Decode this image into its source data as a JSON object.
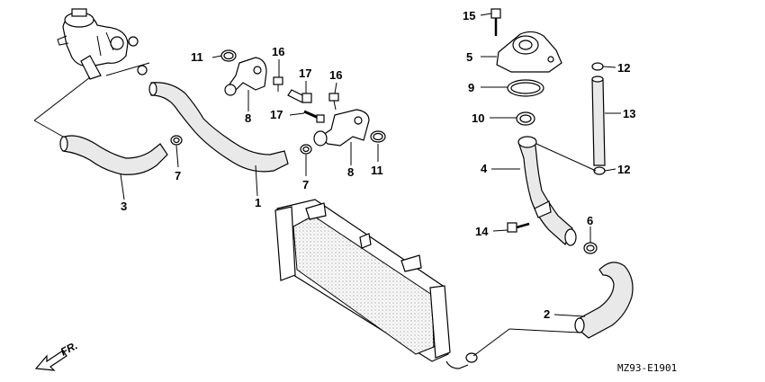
{
  "labels": [
    {
      "id": "p1",
      "text": "1"
    },
    {
      "id": "p2",
      "text": "2"
    },
    {
      "id": "p3",
      "text": "3"
    },
    {
      "id": "p4",
      "text": "4"
    },
    {
      "id": "p5",
      "text": "5"
    },
    {
      "id": "p6",
      "text": "6"
    },
    {
      "id": "p7a",
      "text": "7"
    },
    {
      "id": "p7b",
      "text": "7"
    },
    {
      "id": "p8a",
      "text": "8"
    },
    {
      "id": "p8b",
      "text": "8"
    },
    {
      "id": "p9",
      "text": "9"
    },
    {
      "id": "p10",
      "text": "10"
    },
    {
      "id": "p11a",
      "text": "11"
    },
    {
      "id": "p11b",
      "text": "11"
    },
    {
      "id": "p12a",
      "text": "12"
    },
    {
      "id": "p12b",
      "text": "12"
    },
    {
      "id": "p13",
      "text": "13"
    },
    {
      "id": "p14",
      "text": "14"
    },
    {
      "id": "p15",
      "text": "15"
    },
    {
      "id": "p16a",
      "text": "16"
    },
    {
      "id": "p16b",
      "text": "16"
    },
    {
      "id": "p17a",
      "text": "17"
    },
    {
      "id": "p17b",
      "text": "17"
    }
  ],
  "front_indicator": "FR.",
  "diagram_code": "MZ93-E1901"
}
